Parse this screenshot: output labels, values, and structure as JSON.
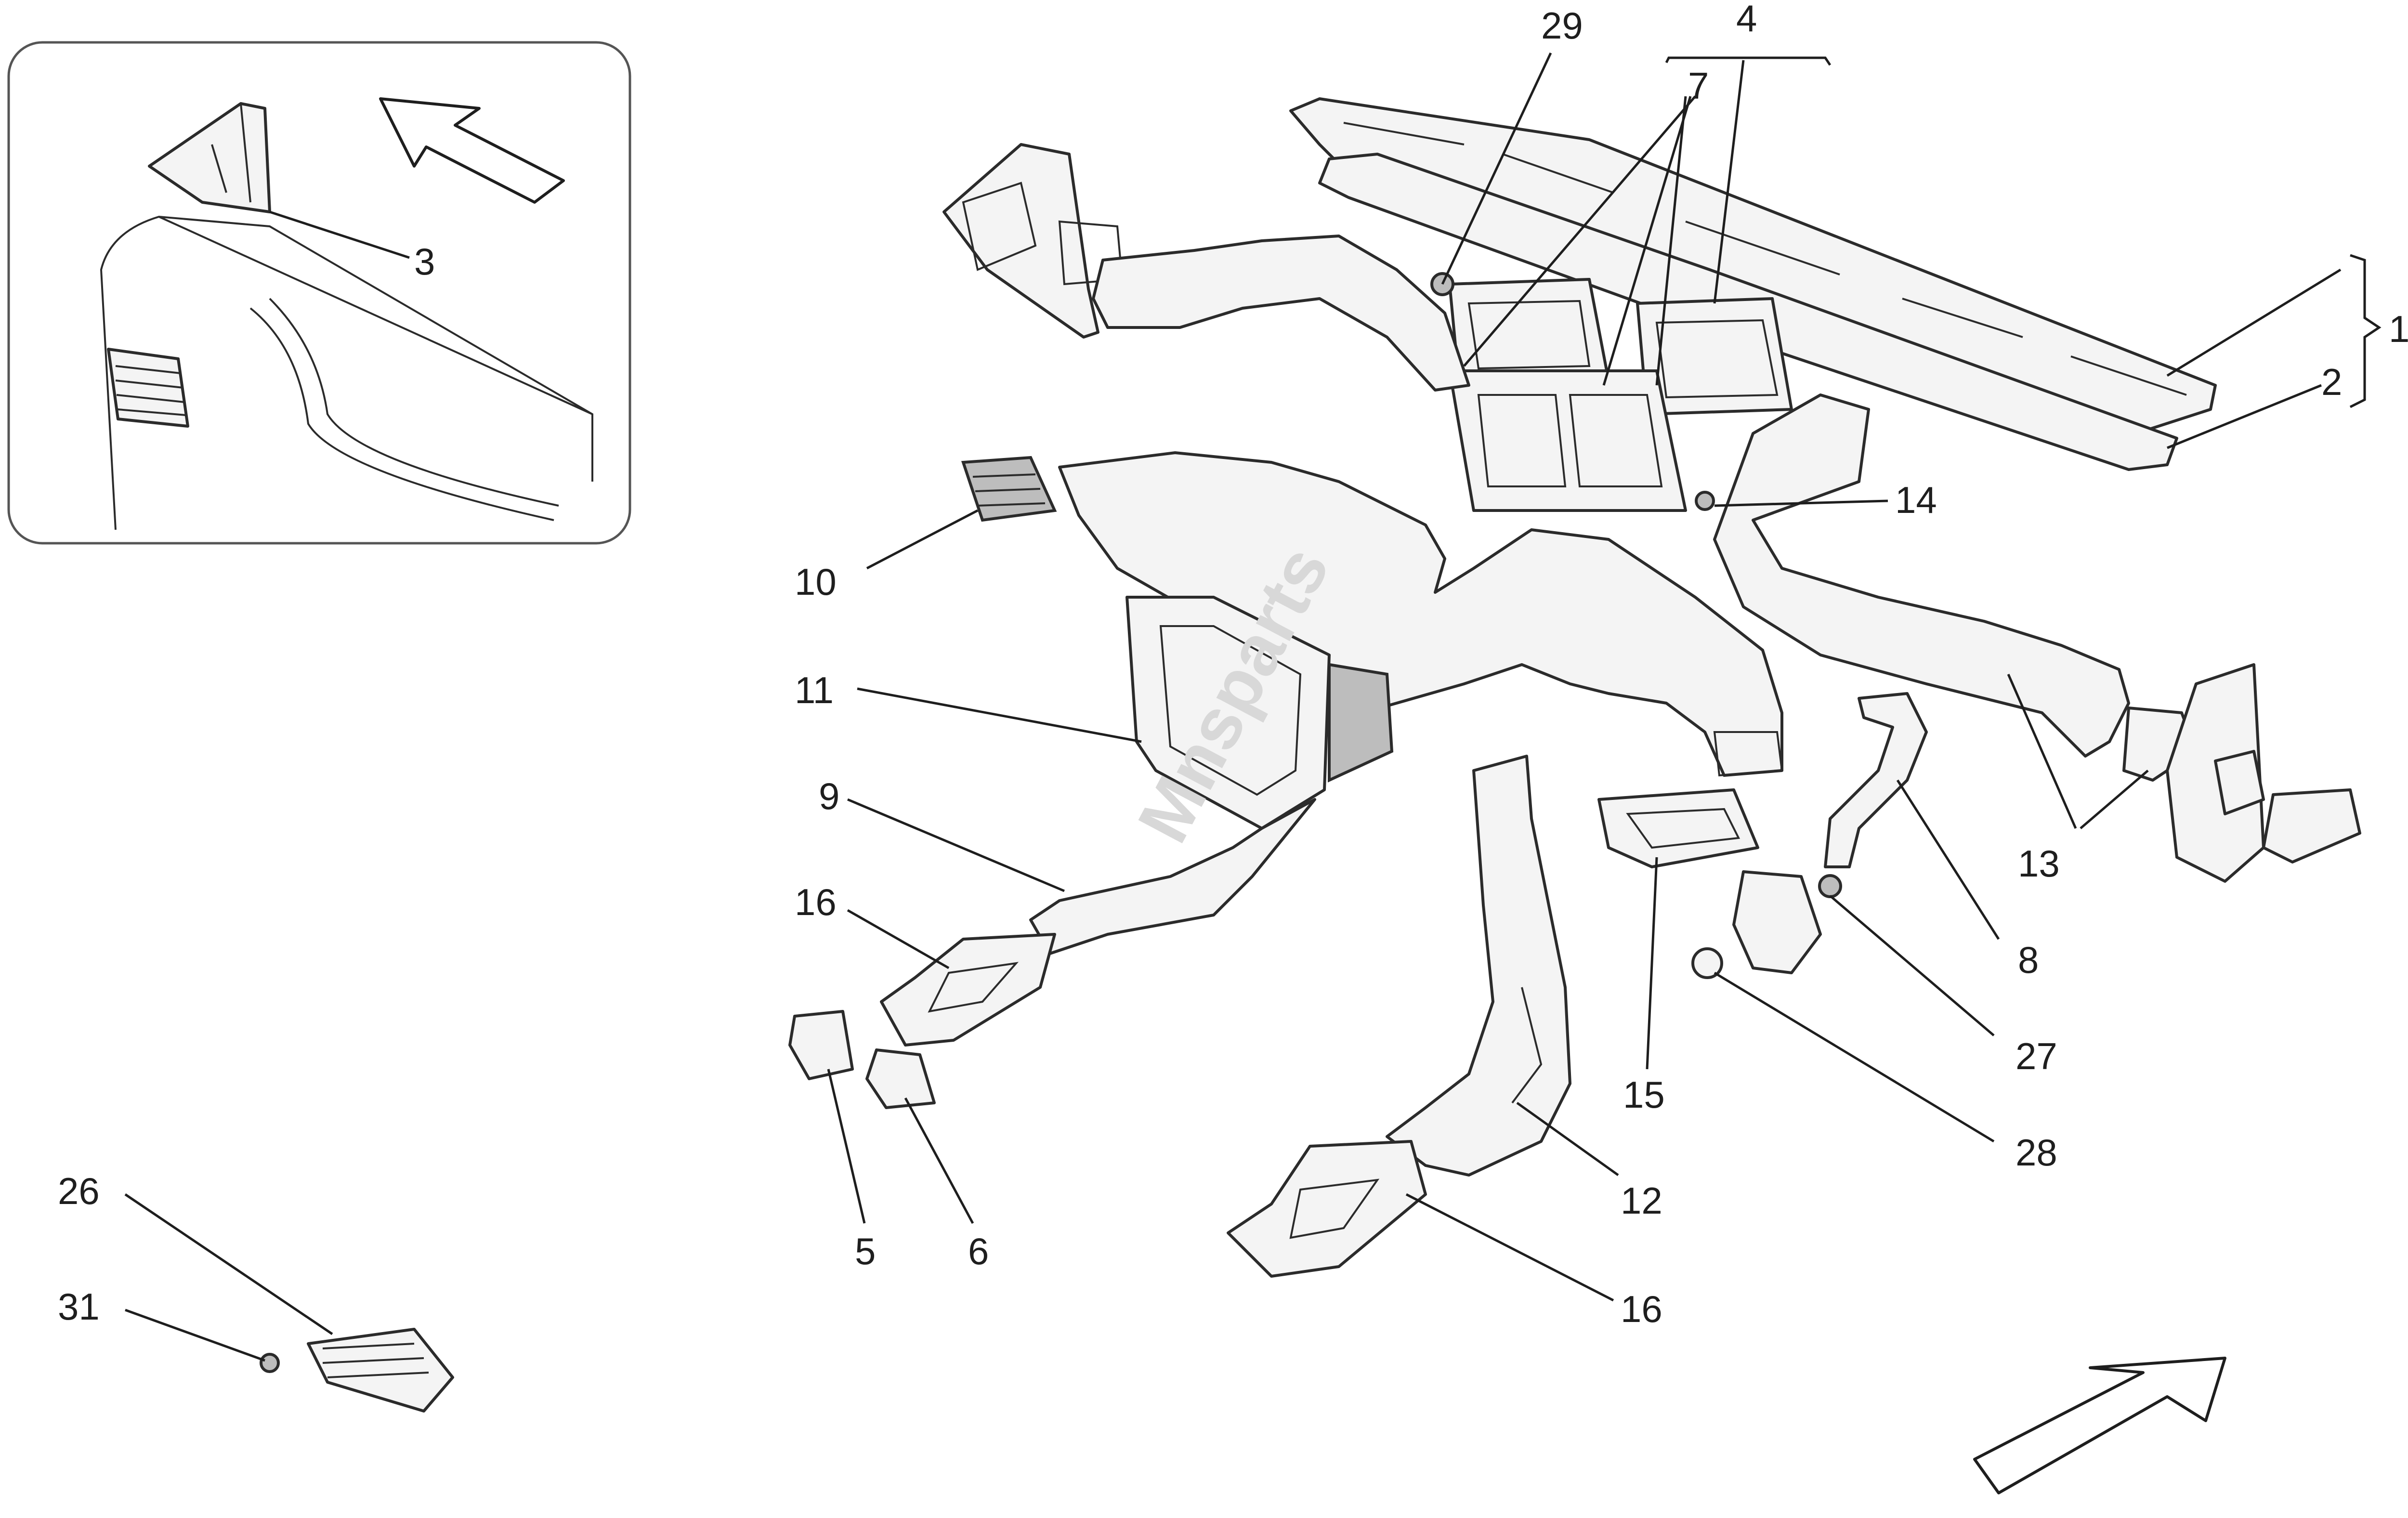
{
  "callouts": {
    "c1": "1",
    "c2": "2",
    "c3": "3",
    "c4": "4",
    "c5": "5",
    "c6": "6",
    "c7": "7",
    "c8": "8",
    "c9": "9",
    "c10": "10",
    "c11": "11",
    "c12": "12",
    "c13": "13",
    "c14": "14",
    "c15": "15",
    "c16a": "16",
    "c16b": "16",
    "c26": "26",
    "c27": "27",
    "c28": "28",
    "c29": "29",
    "c31": "31"
  },
  "watermark": {
    "text": "Mnsparts"
  },
  "colors": {
    "line": "#2b2b2b",
    "fill": "#f4f4f4",
    "background": "#ffffff",
    "watermark": "#d8d8d8"
  }
}
